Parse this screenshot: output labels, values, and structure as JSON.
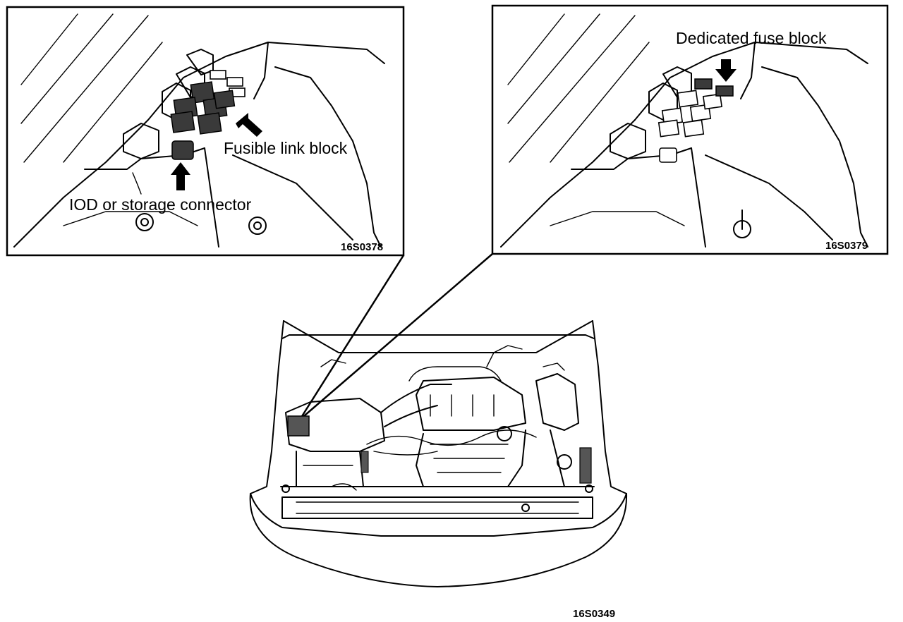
{
  "panel_left": {
    "label_fusible": "Fusible link block",
    "label_iod": "IOD or storage connector",
    "code": "16S0378"
  },
  "panel_right": {
    "label_fuse": "Dedicated fuse block",
    "code": "16S0379"
  },
  "main": {
    "code": "16S0349"
  }
}
